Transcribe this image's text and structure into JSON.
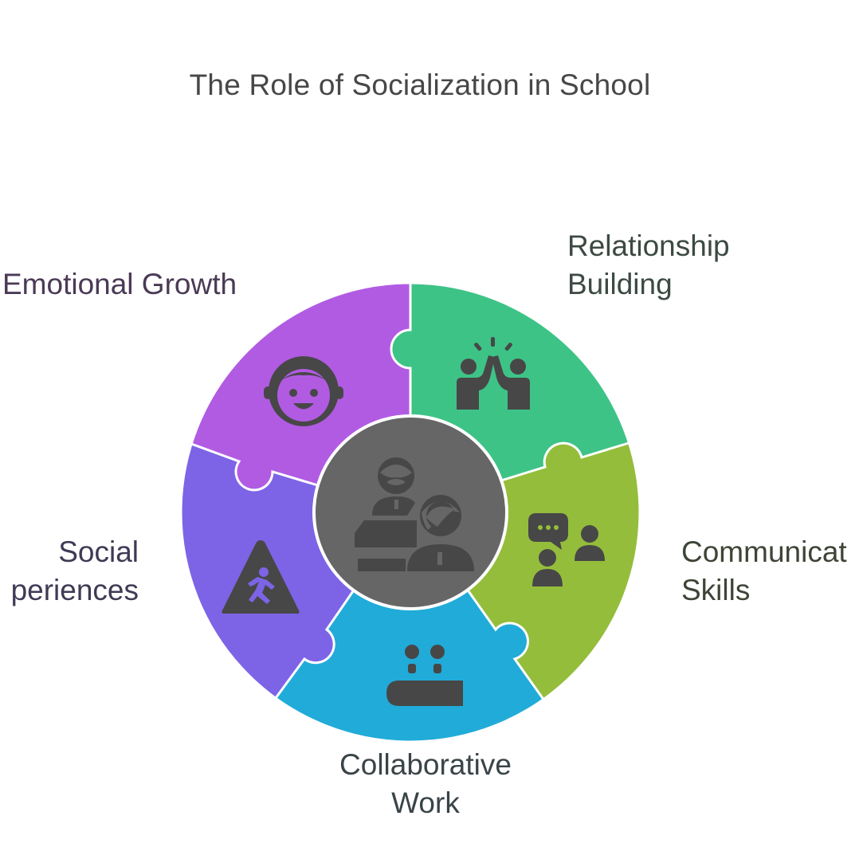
{
  "title": "The Role of Socialization in School",
  "segments": [
    {
      "id": "emotional",
      "label_lines": [
        "Emotional Growth"
      ],
      "color": "#b15be3",
      "icon": "smiling-child-icon"
    },
    {
      "id": "relationship",
      "label_lines": [
        "Relationship",
        "Building"
      ],
      "color": "#3ec386",
      "icon": "high-five-icon"
    },
    {
      "id": "communication",
      "label_lines": [
        "Communicat",
        "Skills"
      ],
      "color": "#94bd3b",
      "icon": "conversation-icon"
    },
    {
      "id": "collaborative",
      "label_lines": [
        "Collaborative",
        "Work"
      ],
      "color": "#21abd9",
      "icon": "meeting-table-icon"
    },
    {
      "id": "social",
      "label_lines": [
        "Social",
        "periences"
      ],
      "color": "#7d64e6",
      "icon": "caution-sign-icon"
    }
  ],
  "center": {
    "color": "#666666",
    "icon": "teacher-student-icon"
  },
  "icon_color": "#474747"
}
